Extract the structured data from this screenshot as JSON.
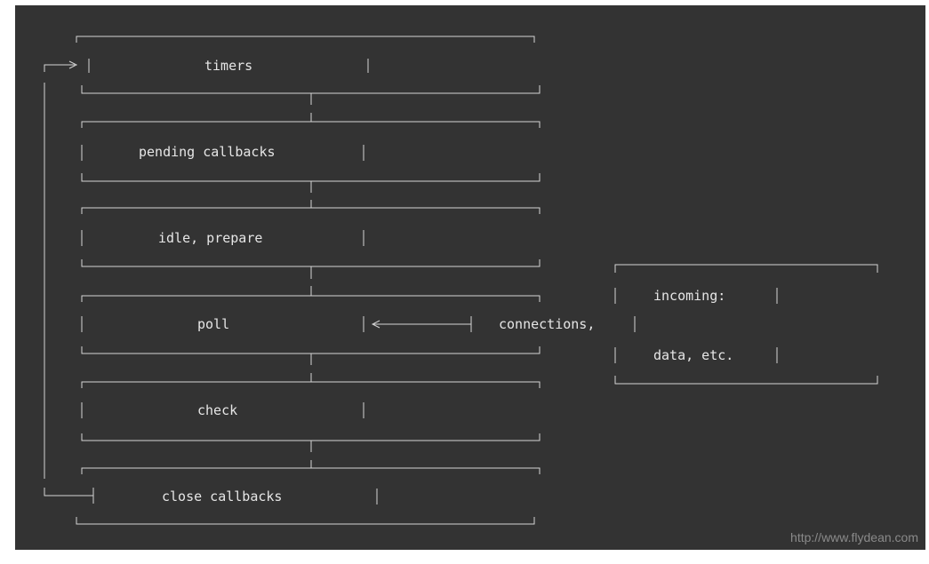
{
  "phases": [
    {
      "label": "timers"
    },
    {
      "label": "pending callbacks"
    },
    {
      "label": "idle, prepare"
    },
    {
      "label": "poll"
    },
    {
      "label": "check"
    },
    {
      "label": "close callbacks"
    }
  ],
  "incoming": {
    "line1": "incoming:",
    "line2": "connections,",
    "line3": "data, etc."
  },
  "watermark": "http://www.flydean.com",
  "colors": {
    "background": "#333333",
    "line": "#d4d4d4",
    "text": "#e6e6e6",
    "watermark": "#8a8a8a"
  }
}
